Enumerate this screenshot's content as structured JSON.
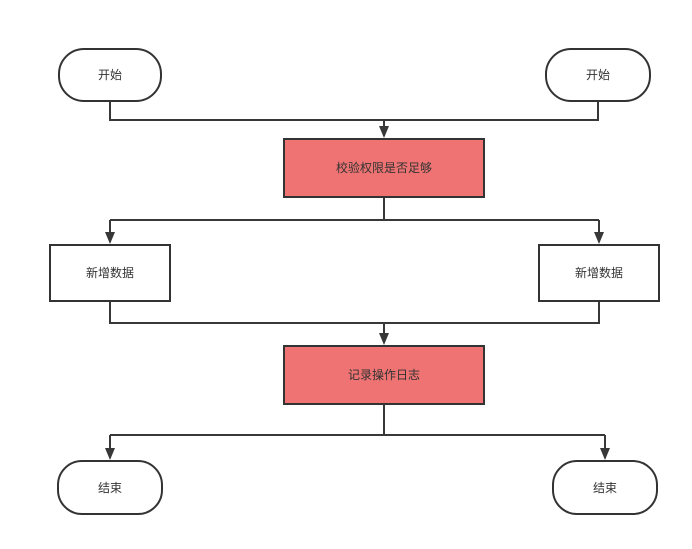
{
  "diagram": {
    "type": "flowchart",
    "background": "#ffffff",
    "colors": {
      "highlight_fill": "#ee7372",
      "node_fill": "#ffffff",
      "stroke": "#383838",
      "text": "#333333"
    },
    "nodes": [
      {
        "id": "start-left",
        "label": "开始",
        "shape": "terminator"
      },
      {
        "id": "start-right",
        "label": "开始",
        "shape": "terminator"
      },
      {
        "id": "check-permission",
        "label": "校验权限是否足够",
        "shape": "process",
        "highlighted": true
      },
      {
        "id": "add-data-left",
        "label": "新增数据",
        "shape": "process",
        "highlighted": false
      },
      {
        "id": "add-data-right",
        "label": "新增数据",
        "shape": "process",
        "highlighted": false
      },
      {
        "id": "log-operation",
        "label": "记录操作日志",
        "shape": "process",
        "highlighted": true
      },
      {
        "id": "end-left",
        "label": "结束",
        "shape": "terminator"
      },
      {
        "id": "end-right",
        "label": "结束",
        "shape": "terminator"
      }
    ],
    "edges": [
      {
        "from": "start-left",
        "to": "check-permission"
      },
      {
        "from": "start-right",
        "to": "check-permission"
      },
      {
        "from": "check-permission",
        "to": "add-data-left"
      },
      {
        "from": "check-permission",
        "to": "add-data-right"
      },
      {
        "from": "add-data-left",
        "to": "log-operation"
      },
      {
        "from": "add-data-right",
        "to": "log-operation"
      },
      {
        "from": "log-operation",
        "to": "end-left"
      },
      {
        "from": "log-operation",
        "to": "end-right"
      }
    ]
  }
}
